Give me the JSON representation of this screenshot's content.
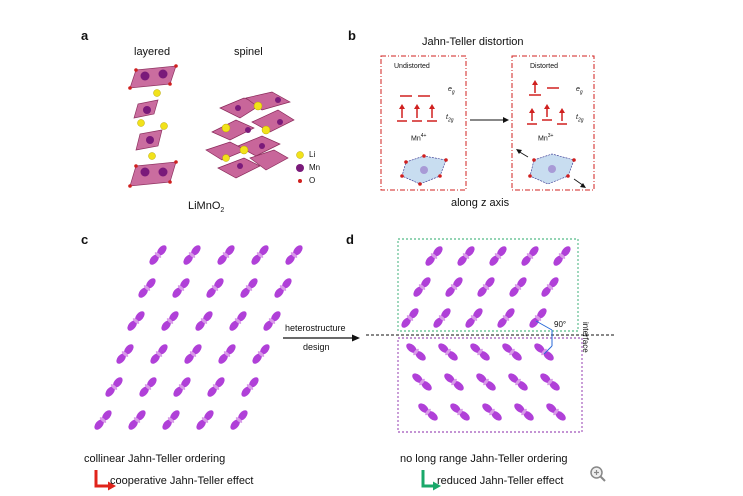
{
  "panels": {
    "a": {
      "letter": "a",
      "layered_label": "layered",
      "spinel_label": "spinel",
      "compound_main": "LiMnO",
      "compound_sub": "2",
      "legend": [
        {
          "name": "Li",
          "color": "#f2e21a"
        },
        {
          "name": "Mn",
          "color": "#7a1a7a"
        },
        {
          "name": "O",
          "color": "#d0201f"
        }
      ]
    },
    "b": {
      "letter": "b",
      "title": "Jahn-Teller distortion",
      "undistorted_label": "Undistorted",
      "distorted_label": "Distorted",
      "eg_main": "e",
      "eg_sub": "g",
      "t2g_main": "t",
      "t2g_sub": "2g",
      "mn4_main": "Mn",
      "mn4_sup": "4+",
      "mn3_main": "Mn",
      "mn3_sup": "3+",
      "caption": "along z axis"
    },
    "c": {
      "letter": "c",
      "arrow_label_1": "heterostructure",
      "arrow_label_2": "design",
      "caption": "collinear Jahn-Teller ordering",
      "effect": "cooperative Jahn-Teller effect",
      "effect_color": "#e0241b"
    },
    "d": {
      "letter": "d",
      "angle_label": "90°",
      "interface_label": "interface",
      "caption": "no long range Jahn-Teller ordering",
      "effect": "reduced Jahn-Teller effect",
      "effect_color": "#1aa86a"
    }
  },
  "colors": {
    "orbital": "#b040d8",
    "red_dash": "#d0201f",
    "green_dash": "#2aa86a",
    "purple_dash": "#8a2aa8",
    "polyhedra": "#c8669a"
  },
  "icons": {
    "zoom": "zoom-in-icon"
  }
}
